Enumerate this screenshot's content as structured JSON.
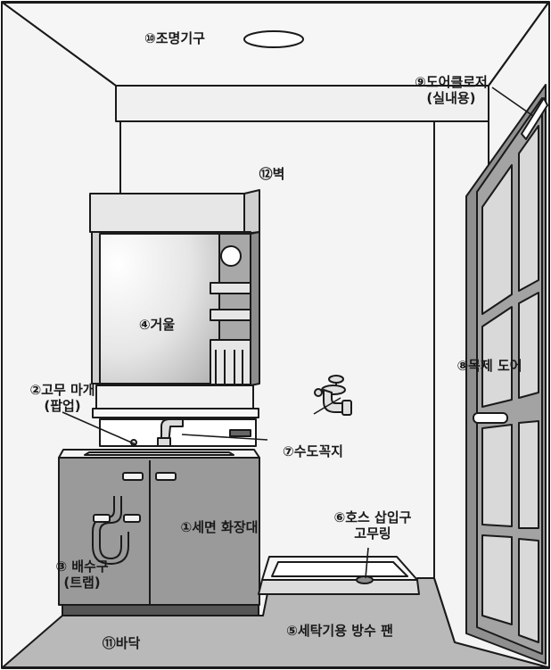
{
  "labels": {
    "sink_vanity": "①세면 화장대",
    "rubber_plug_line1": "②고무 마개",
    "rubber_plug_line2": "(팝업)",
    "drain_line1": "③ 배수구",
    "drain_line2": "(트랩)",
    "mirror": "④거울",
    "washer_pan": "⑤세탁기용 방수 팬",
    "hose_line1": "⑥호스 삽입구",
    "hose_line2": "고무링",
    "faucet": "⑦수도꼭지",
    "wood_door": "⑧목제 도어",
    "door_closer_line1": "⑨도어클로저",
    "door_closer_line2": "(실내용)",
    "light": "⑩조명기구",
    "floor": "⑪바닥",
    "wall": "⑫벽"
  },
  "colors": {
    "line": "#1a1a1a",
    "wall": "#f4f4f4",
    "floor": "#b9b9b9",
    "door": "#8f8f8f",
    "door_panel": "#d9d9d9",
    "cabinet": "#9a9a9a",
    "shelf": "#cfcfcf",
    "pan": "#ececec"
  }
}
